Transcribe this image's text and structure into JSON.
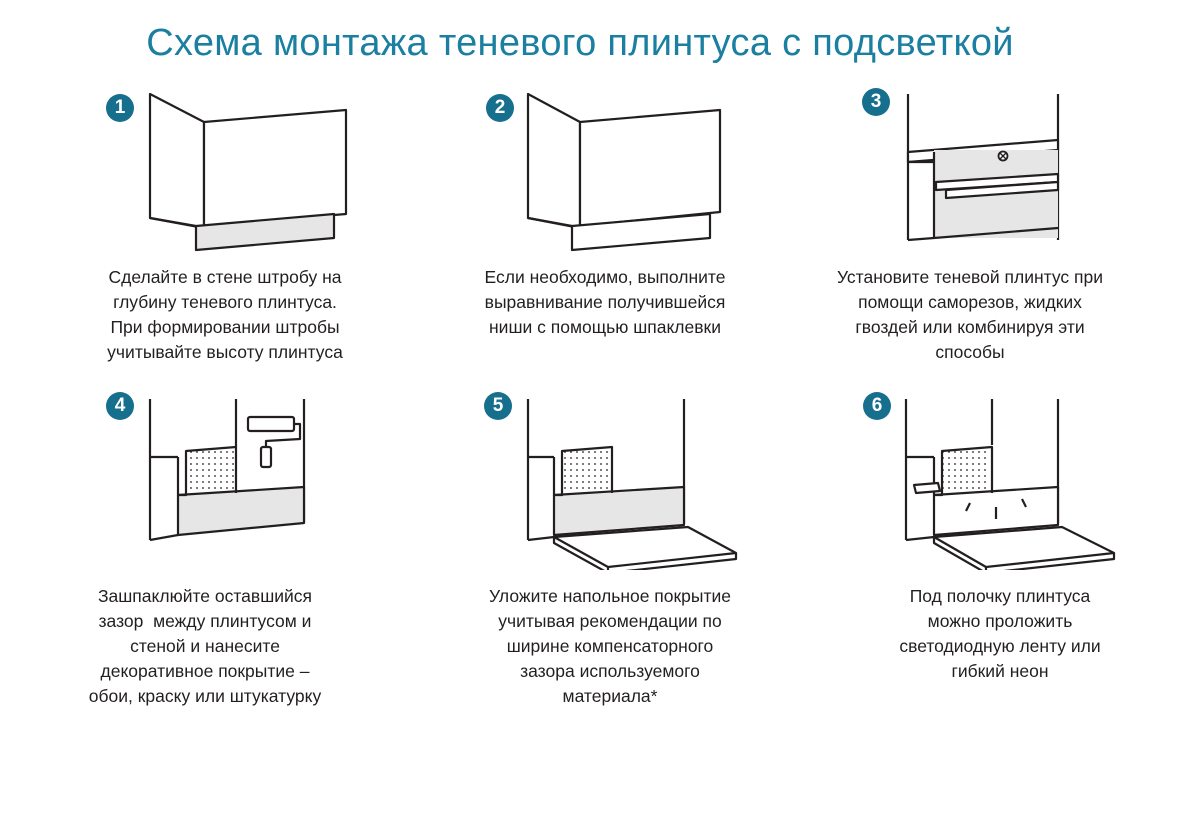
{
  "title": "Схема монтажа теневого плинтуса с подсветкой",
  "colors": {
    "title": "#1a7fa0",
    "badge": "#166f8d",
    "fill_gray": "#e6e6e6",
    "line": "#231f20"
  },
  "steps": [
    {
      "number": "1",
      "caption": [
        "Сделайте в стене штробу на",
        "глубину теневого плинтуса.",
        "При формировании штробы",
        "учитывайте высоту плинтуса"
      ]
    },
    {
      "number": "2",
      "caption": [
        "Если необходимо, выполните",
        "выравнивание получившейся",
        "ниши с помощью шпаклевки"
      ]
    },
    {
      "number": "3",
      "caption": [
        "Установите теневой плинтус при",
        "помощи саморезов, жидких",
        "гвоздей или комбинируя эти",
        "способы"
      ]
    },
    {
      "number": "4",
      "caption": [
        "Зашпаклюйте оставшийся",
        "зазор  между плинтусом и",
        "стеной и нанесите",
        "декоративное покрытие –",
        "обои, краску или штукатурку"
      ]
    },
    {
      "number": "5",
      "caption": [
        "Уложите напольное покрытие",
        "учитывая рекомендации по",
        "ширине компенсаторного",
        "зазора используемого",
        "материала*"
      ]
    },
    {
      "number": "6",
      "caption": [
        "Под полочку плинтуса",
        "можно проложить",
        "светодиодную ленту или",
        "гибкий неон"
      ]
    }
  ]
}
